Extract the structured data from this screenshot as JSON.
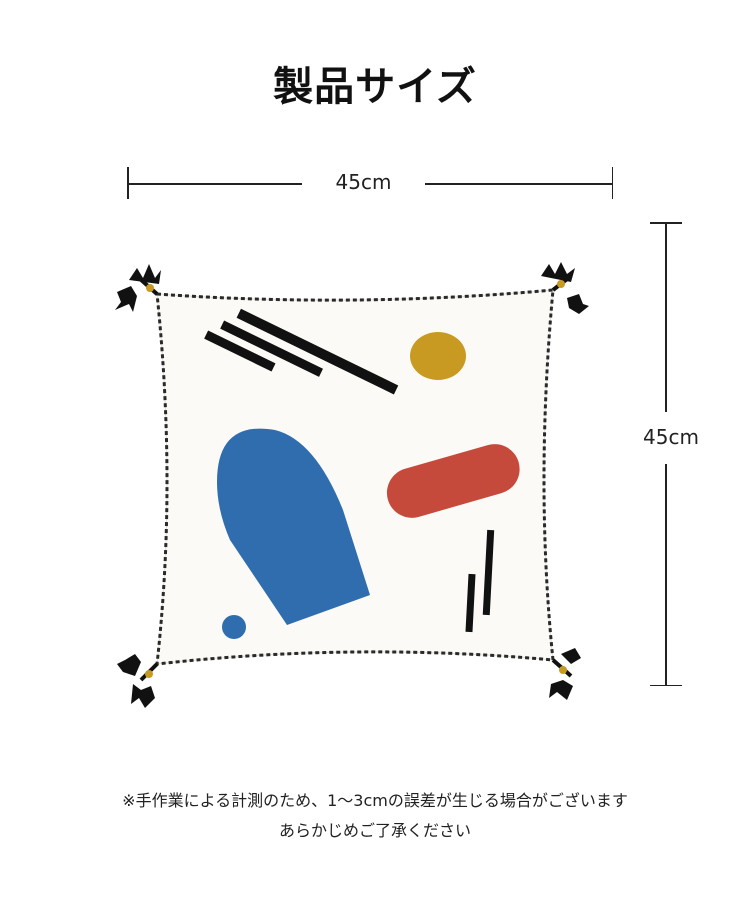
{
  "title": "製品サイズ",
  "dimensions": {
    "width_label": "45cm",
    "height_label": "45cm"
  },
  "notes": {
    "line1": "※手作業による計測のため、1〜3cmの誤差が生じる場合がございます",
    "line2": "あらかじめご了承ください"
  },
  "colors": {
    "mustard": "#C99A22",
    "blue": "#2F6DAE",
    "red": "#C64A3C",
    "black": "#111111",
    "pillow": "#FBFAF6"
  }
}
